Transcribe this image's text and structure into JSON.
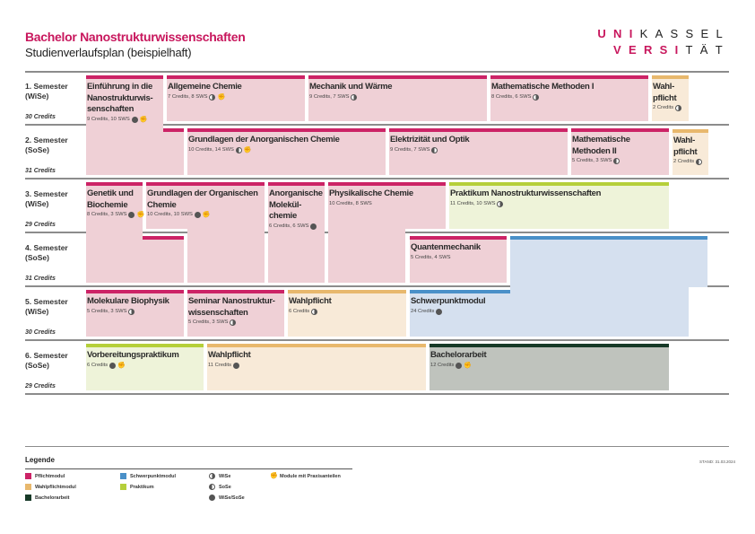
{
  "header": {
    "title": "Bachelor Nanostrukturwissenschaften",
    "subtitle": "Studienverlaufsplan (beispielhaft)",
    "logo": {
      "l1a": "UNI",
      "l1b": "KASSEL",
      "l2a": "VERSI",
      "l2b": "TÄT"
    }
  },
  "semesters": [
    {
      "label": "1. Semester\n(WiSe)",
      "credits": "30 Credits"
    },
    {
      "label": "2. Semester\n(SoSe)",
      "credits": "31 Credits"
    },
    {
      "label": "3. Semester\n(WiSe)",
      "credits": "29 Credits"
    },
    {
      "label": "4. Semester\n(SoSe)",
      "credits": "31 Credits"
    },
    {
      "label": "5. Semester\n(WiSe)",
      "credits": "30 Credits"
    },
    {
      "label": "6. Semester\n(SoSe)",
      "credits": "29 Credits"
    }
  ],
  "modules": [
    {
      "title": "Einführung in die\nNanostrukturwis-\nsenschaften",
      "info": "9 Credits, 10 SWS",
      "icons": [
        "both",
        "praxis"
      ]
    },
    {
      "title": "Allgemeine Chemie",
      "info": "7 Credits, 8 SWS",
      "icons": [
        "wise",
        "praxis"
      ]
    },
    {
      "title": "Mechanik und Wärme",
      "info": "9 Credits, 7 SWS",
      "icons": [
        "wise"
      ]
    },
    {
      "title": "Mathematische Methoden I",
      "info": "8 Credits, 6 SWS",
      "icons": [
        "wise"
      ]
    },
    {
      "title": "Wahl-\npflicht",
      "info": "2 Credits",
      "icons": [
        "wise"
      ]
    },
    {
      "title": "Grundlagen der Anorganischen Chemie",
      "info": "10 Credits, 14 SWS",
      "icons": [
        "sose",
        "praxis"
      ]
    },
    {
      "title": "Elektrizität und Optik",
      "info": "9 Credits, 7 SWS",
      "icons": [
        "sose"
      ]
    },
    {
      "title": "Mathematische\nMethoden II",
      "info": "5 Credits, 3 SWS",
      "icons": [
        "sose"
      ]
    },
    {
      "title": "Wahl-\npflicht",
      "info": "2 Credits",
      "icons": [
        "sose"
      ]
    },
    {
      "title": "Genetik und\nBiochemie",
      "info": "8 Credits, 3 SWS",
      "icons": [
        "both",
        "praxis"
      ]
    },
    {
      "title": "Grundlagen der Organischen\nChemie",
      "info": "10 Credits, 10 SWS",
      "icons": [
        "both",
        "praxis"
      ]
    },
    {
      "title": "Anorganische\nMolekül-\nchemie",
      "info": "6 Credits, 6 SWS",
      "icons": [
        "both"
      ]
    },
    {
      "title": "Physikalische Chemie",
      "info": "10 Credits, 8 SWS",
      "icons": []
    },
    {
      "title": "Praktikum Nanostrukturwissenschaften",
      "info": "11 Credits, 10 SWS",
      "icons": [
        "wise"
      ]
    },
    {
      "title": "Quantenmechanik",
      "info": "5 Credits, 4 SWS",
      "icons": []
    },
    {
      "title": "Schwerpunktmodul",
      "info": "24 Credits",
      "icons": [
        "both"
      ]
    },
    {
      "title": "Molekulare Biophysik",
      "info": "5 Credits, 3 SWS",
      "icons": [
        "wise"
      ]
    },
    {
      "title": "Seminar Nanostruktur-\nwissenschaften",
      "info": "5 Credits, 3 SWS",
      "icons": [
        "wise"
      ]
    },
    {
      "title": "Wahlpflicht",
      "info": "6 Credits",
      "icons": [
        "wise"
      ]
    },
    {
      "title": "Vorbereitungspraktikum",
      "info": "6 Credits",
      "icons": [
        "both",
        "praxis"
      ]
    },
    {
      "title": "Wahlpflicht",
      "info": "11 Credits",
      "icons": [
        "both"
      ]
    },
    {
      "title": "Bachelorarbeit",
      "info": "12 Credits",
      "icons": [
        "both",
        "praxis"
      ]
    }
  ],
  "legend": {
    "title": "Legende",
    "pflicht": "Pflichtmodul",
    "wahlpflicht": "Wahlpflichtmodul",
    "bachelor": "Bachelorarbeit",
    "schwerpunkt": "Schwerpunktmodul",
    "praktikum": "Praktikum",
    "wise": "WiSe",
    "sose": "SoSe",
    "both": "WiSe/SoSe",
    "praxis": "Module mit Praxisanteilen",
    "colors": {
      "pflicht": "#cc2366",
      "wahlpflicht": "#e8b86d",
      "bachelor": "#173a28",
      "schwerpunkt": "#4a90c8",
      "praktikum": "#b5cf3a"
    }
  },
  "stand": "STAND: 31.03.2024"
}
